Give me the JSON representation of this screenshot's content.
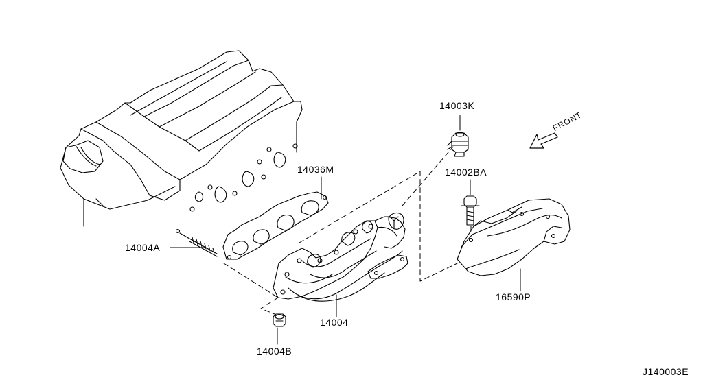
{
  "diagram": {
    "labels": {
      "part_14003K": "14003K",
      "part_14002BA": "14002BA",
      "part_14036M": "14036M",
      "part_14004A": "14004A",
      "part_14004": "14004",
      "part_14004B": "14004B",
      "part_16590P": "16590P",
      "front": "FRONT",
      "ref_code": "J140003E"
    },
    "colors": {
      "line": "#000000",
      "background": "#ffffff"
    },
    "icons": {
      "front_arrow": "front-arrow-icon"
    }
  }
}
